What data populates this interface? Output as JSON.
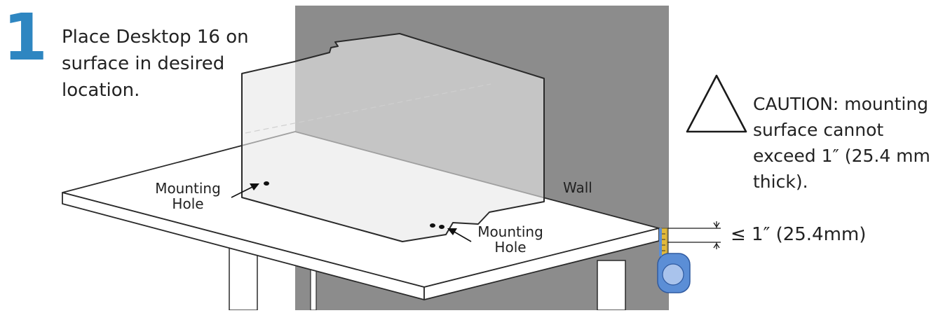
{
  "step": {
    "number": "1",
    "instruction": "Place Desktop 16 on surface in desired location."
  },
  "caution": {
    "text": "CAUTION: mounting surface cannot exceed 1″ (25.4 mm thick)."
  },
  "labels": {
    "mounting_hole_left": "Mounting Hole",
    "mounting_hole_right": "Mounting Hole",
    "wall": "Wall",
    "thickness": "≤ 1″ (25.4mm)"
  },
  "colors": {
    "step_number": "#2e86c1",
    "wall": "#8c8c8c",
    "tape_measure": "#5b8ed6",
    "tape_blade": "#e2b93b"
  },
  "icons": [
    "caution-triangle-icon",
    "tape-measure-icon"
  ]
}
